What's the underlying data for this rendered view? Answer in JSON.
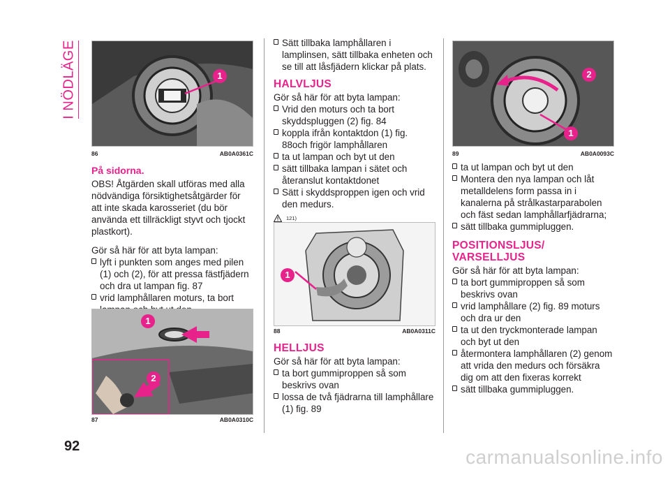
{
  "side_title": "I NÖDLÄGE",
  "page_number": "92",
  "figures": {
    "fig86": {
      "number": "86",
      "code": "AB0A0361C",
      "callouts": [
        "1"
      ]
    },
    "fig87": {
      "number": "87",
      "code": "AB0A0310C",
      "callouts": [
        "1",
        "2"
      ]
    },
    "fig88": {
      "number": "88",
      "code": "AB0A0311C",
      "callouts": [
        "1"
      ]
    },
    "fig89": {
      "number": "89",
      "code": "AB0A0093C",
      "callouts": [
        "2",
        "1"
      ]
    }
  },
  "col1": {
    "subheading": "På sidorna.",
    "obs_paragraph": "OBS! Åtgärden skall utföras med alla nödvändiga försiktighetsåtgärder för att inte skada karosseriet (du bör använda ett tillräckligt styvt och tjockt plastkort).",
    "intro": "Gör så här för att byta lampan:",
    "items": [
      "lyft i punkten som anges med pilen (1) och (2), för att pressa fästfjädern och dra ut lampan fig. 87",
      "vrid lamphållaren moturs, ta bort lampan och byt ut den"
    ]
  },
  "col2": {
    "top_items": [
      "Sätt tillbaka lamphållaren i lamplinsen, sätt tillbaka enheten och se till att låsfjädern klickar på plats."
    ],
    "halvljus": {
      "heading": "HALVLJUS",
      "intro": "Gör så här för att byta lampan:",
      "items": [
        "Vrid den moturs och ta bort skyddspluggen (2) fig. 84",
        "koppla ifrån kontaktdon (1) fig. 88och frigör lamphållaren",
        "ta ut lampan och byt ut den",
        "sätt tillbaka lampan i sätet och återanslut kontaktdonet",
        "Sätt i skyddsproppen igen och vrid den medurs."
      ],
      "note_ref": "121)"
    },
    "helljus": {
      "heading": "HELLJUS",
      "intro": "Gör så här för att byta lampan:",
      "items": [
        "ta bort gummiproppen så som beskrivs ovan",
        "lossa de två fjädrarna till lamphållare (1) fig. 89"
      ]
    }
  },
  "col3": {
    "top_items": [
      "ta ut lampan och byt ut den",
      "Montera den nya lampan och låt metalldelens form passa in i kanalerna på strålkastarparabolen och fäst sedan lamphållarfjädrarna;",
      "sätt tillbaka gummipluggen."
    ],
    "position": {
      "heading_line1": "POSITIONSLJUS/",
      "heading_line2": "VARSELLJUS",
      "intro": "Gör så här för att byta lampan:",
      "items": [
        "ta bort gummiproppen så som beskrivs ovan",
        "vrid lamphållare (2) fig. 89 moturs och dra ur den",
        "ta ut den tryckmonterade lampan och byt ut den",
        "återmontera lamphållaren (2) genom att vrida den medurs och försäkra dig om att den fixeras korrekt",
        "sätt tillbaka gummipluggen."
      ]
    }
  },
  "watermark": "carmanualsonline.info",
  "colors": {
    "accent": "#e8228b",
    "text": "#231f20"
  },
  "icons": [
    "checkbox-bullet-icon",
    "warning-triangle-icon"
  ]
}
